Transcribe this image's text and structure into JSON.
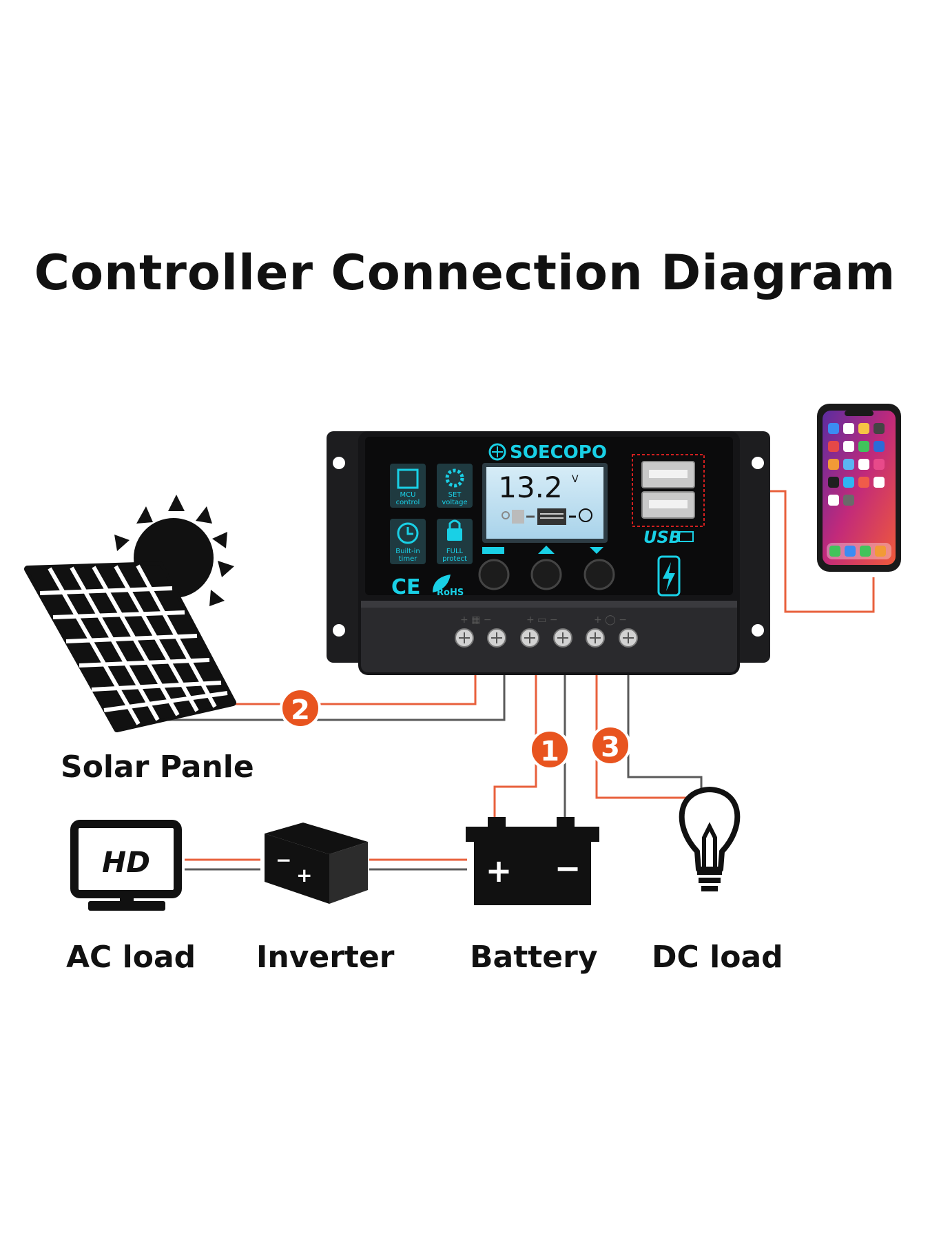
{
  "title": "Controller Connection Diagram",
  "controller": {
    "brand": "SOECOPO",
    "display_value": "13.2",
    "display_unit": "V",
    "features": [
      {
        "line1": "MCU",
        "line2": "control"
      },
      {
        "line1": "SET",
        "line2": "voltage"
      },
      {
        "line1": "Built-in",
        "line2": "timer"
      },
      {
        "line1": "FULL",
        "line2": "protect"
      }
    ],
    "ce_mark": "CE",
    "rohs_mark": "RoHS",
    "usb_label": "USB"
  },
  "markers": [
    "1",
    "2",
    "3"
  ],
  "components": {
    "solar": "Solar Panle",
    "ac_load": "AC load",
    "inverter": "Inverter",
    "battery": "Battery",
    "dc_load": "DC load",
    "tv_text": "HD"
  },
  "colors": {
    "wire_red": "#e8603c",
    "wire_gray": "#5a5a5a",
    "accent_cyan": "#19d0e6",
    "marker_fill": "#e8541f"
  }
}
